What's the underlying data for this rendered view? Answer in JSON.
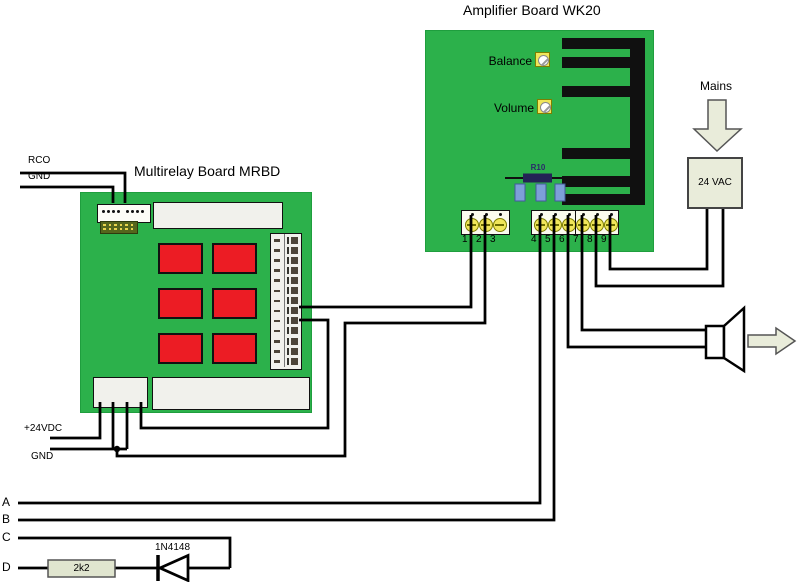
{
  "amp": {
    "title": "Amplifier Board WK20",
    "balance": "Balance",
    "volume": "Volume",
    "r10": "R10",
    "terminals": [
      "1",
      "2",
      "3",
      "4",
      "5",
      "6",
      "7",
      "8",
      "9"
    ]
  },
  "relay": {
    "title": "Multirelay Board MRBD"
  },
  "wire_labels": {
    "rco": "RCO",
    "gnd_top": "GND",
    "p24": "+24VDC",
    "gnd_bot": "GND"
  },
  "bus": {
    "a": "A",
    "b": "B",
    "c": "C",
    "d": "D"
  },
  "power": {
    "mains": "Mains",
    "transformer": "24 VAC"
  },
  "parts": {
    "resistor": "2k2",
    "diode": "1N4148"
  },
  "colors": {
    "board_green": "#2cb14b",
    "relay_red": "#ec1c24",
    "terminal_yellow": "#f0e65a",
    "cap_blue": "#7d9fd8",
    "beige": "#e9ecda",
    "wire": "#000000"
  }
}
